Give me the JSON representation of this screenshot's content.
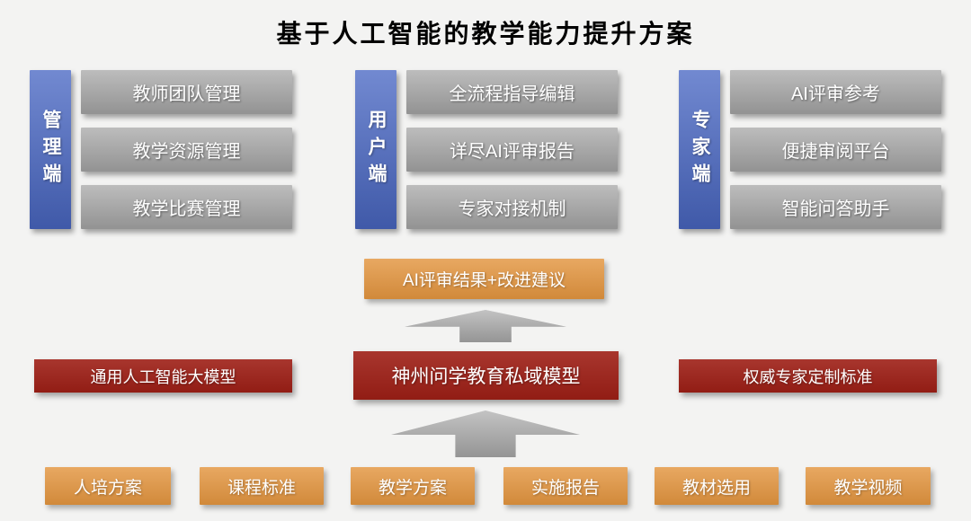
{
  "title": "基于人工智能的教学能力提升方案",
  "colors": {
    "bg": "#f3f3f2",
    "blue": "#4a68c4",
    "gray": "#a3a3a3",
    "orange": "#e3953f",
    "red": "#9e1f16",
    "arrow": "#a9a9a9",
    "title_color": "#000000"
  },
  "columns": [
    {
      "side_label": "管理端",
      "items": [
        "教师团队管理",
        "教学资源管理",
        "教学比赛管理"
      ]
    },
    {
      "side_label": "用户端",
      "items": [
        "全流程指导编辑",
        "详尽AI评审报告",
        "专家对接机制"
      ]
    },
    {
      "side_label": "专家端",
      "items": [
        "AI评审参考",
        "便捷审阅平台",
        "智能问答助手"
      ]
    }
  ],
  "result_box": {
    "label": "AI评审结果+改进建议"
  },
  "models": {
    "left": "通用人工智能大模型",
    "center": "神州问学教育私域模型",
    "right": "权威专家定制标准"
  },
  "bottom_items": [
    "人培方案",
    "课程标准",
    "教学方案",
    "实施报告",
    "教材选用",
    "教学视频"
  ]
}
